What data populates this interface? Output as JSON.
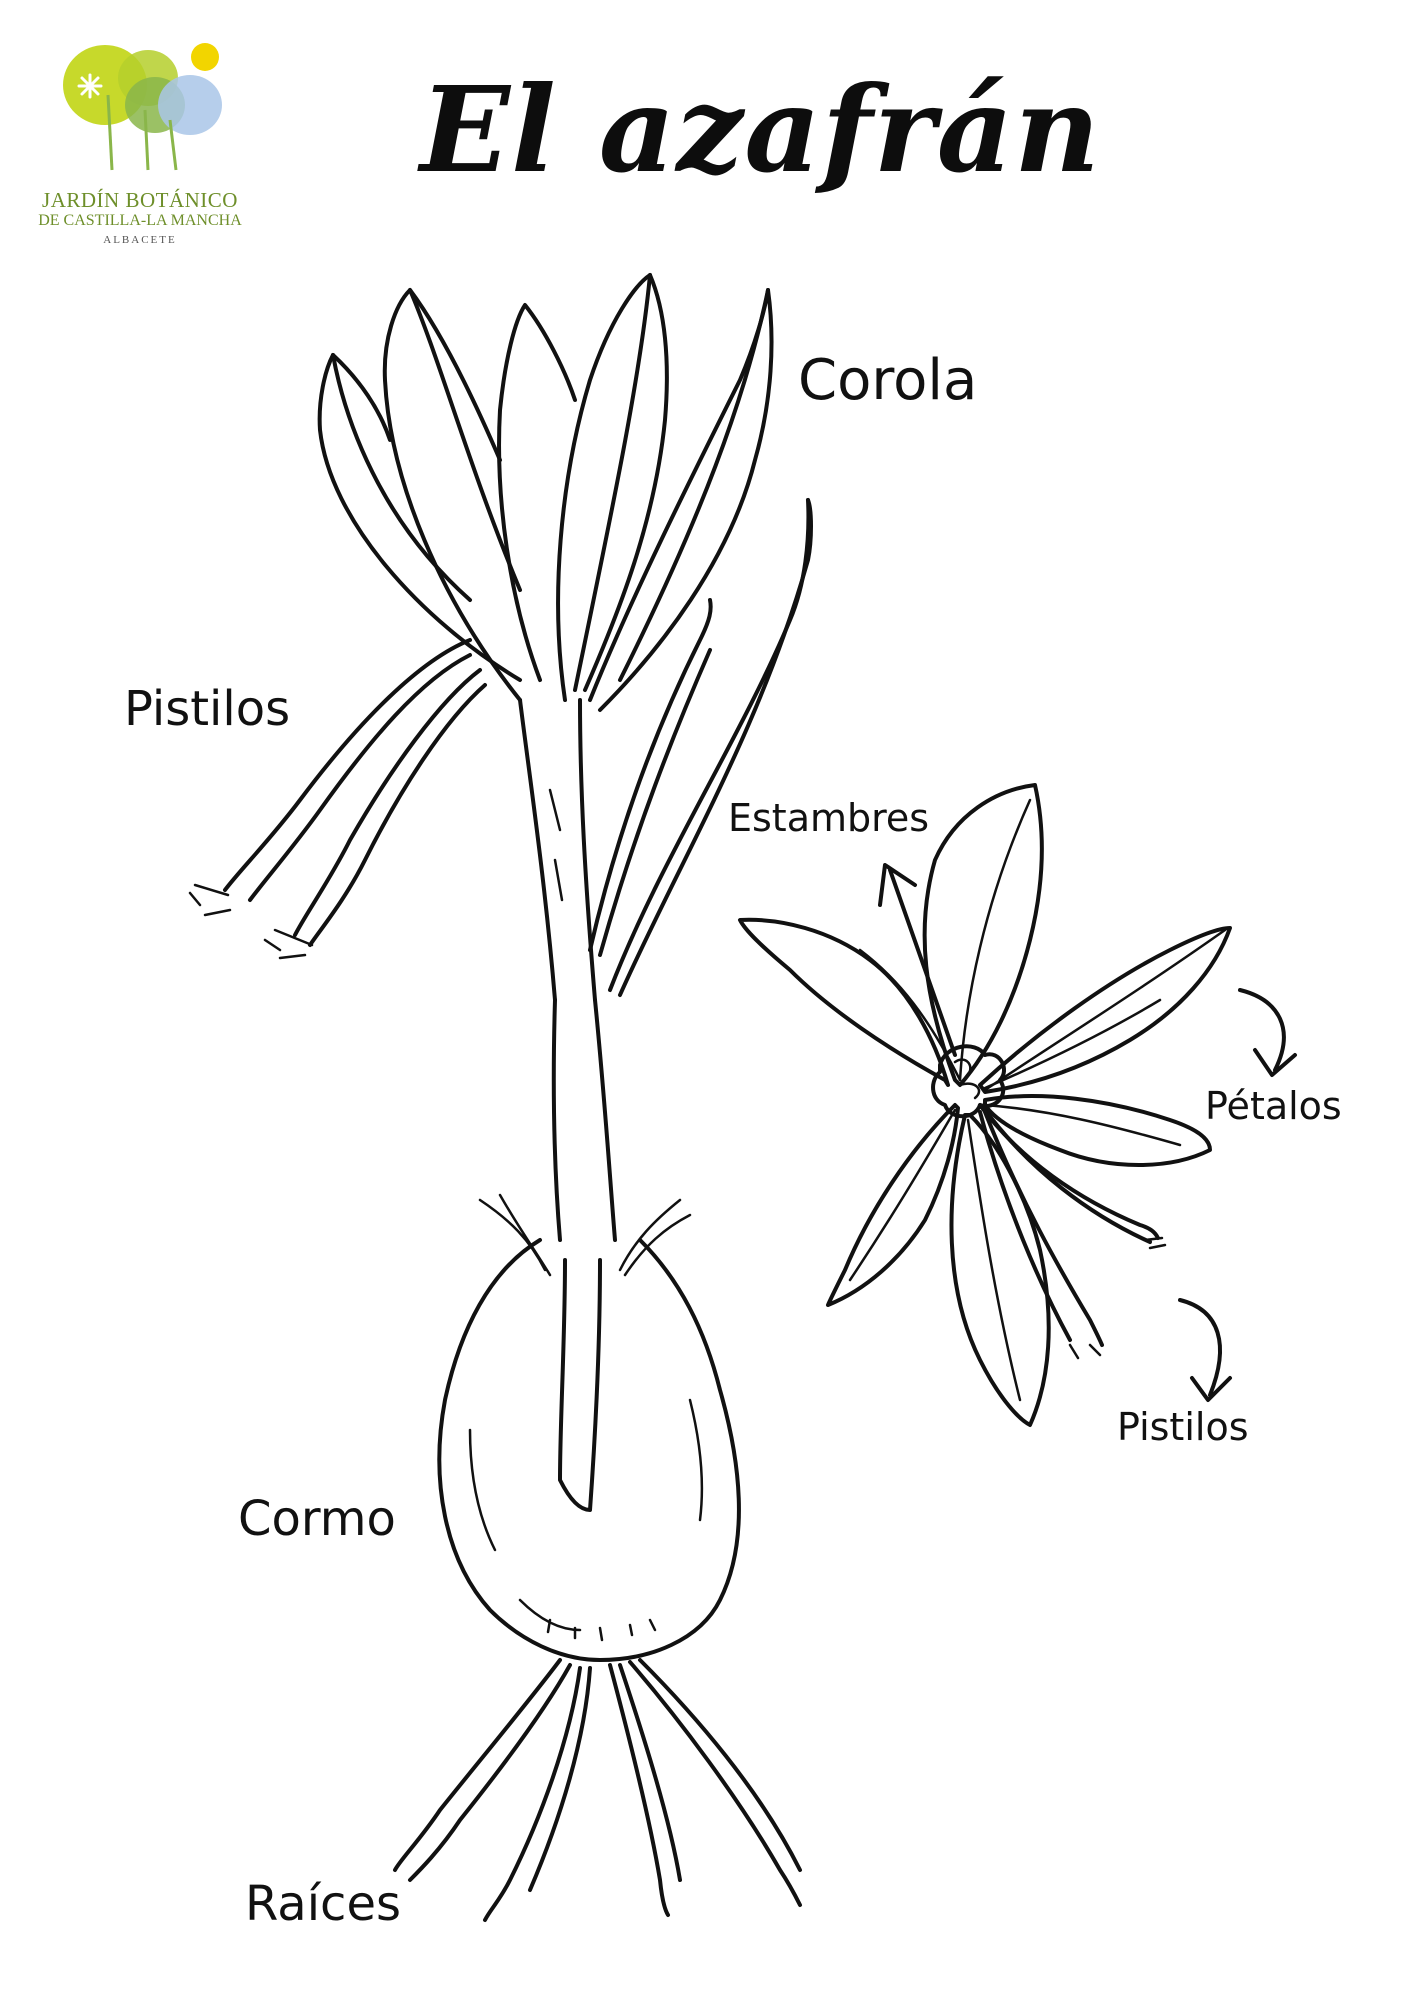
{
  "title": "El azafrán",
  "logo": {
    "line1": "JARDÍN BOTÁNICO",
    "line2": "DE CASTILLA-LA MANCHA",
    "line3": "ALBACETE",
    "colors": {
      "green": "#b5cf2b",
      "olive": "#8ab64a",
      "blue": "#a9c6e8",
      "yellow": "#f2d500"
    }
  },
  "labels": {
    "corola": "Corola",
    "pistilos_plant": "Pistilos",
    "cormo": "Cormo",
    "raices": "Raíces",
    "estambres": "Estambres",
    "petalos": "Pétalos",
    "pistilos_flower": "Pistilos"
  }
}
